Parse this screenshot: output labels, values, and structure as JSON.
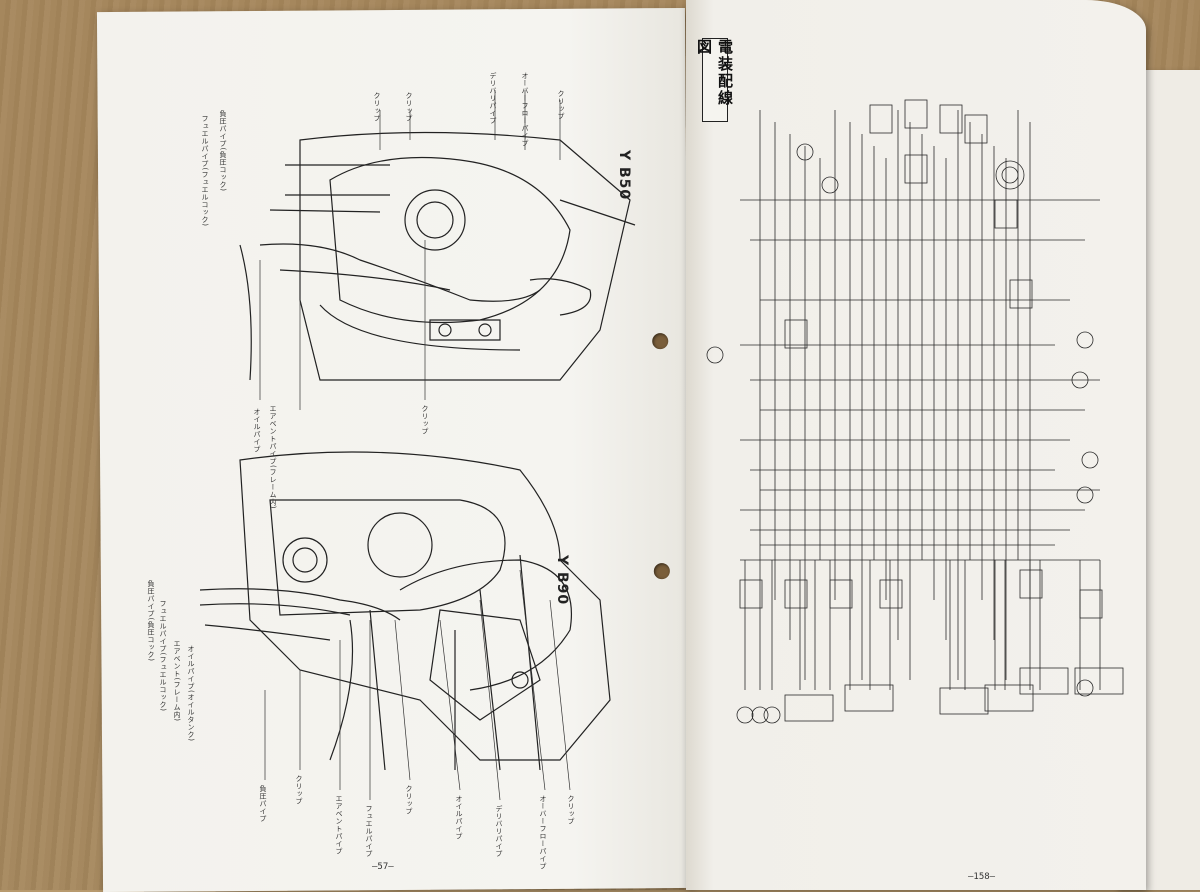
{
  "left_page": {
    "page_number": "—57—",
    "diagram_top": {
      "model": "Y B50",
      "labels": [
        "クリップ",
        "クリップ",
        "デリバリパイプ",
        "オーバーフローパイプ",
        "クリップ",
        "フュエルパイプ(フュエルコック)",
        "負圧パイプ(負圧コック)",
        "クリップ",
        "エアベントパイプ(フレーム内)",
        "オイルパイプ"
      ]
    },
    "diagram_bottom": {
      "model": "Y B90",
      "labels": [
        "負圧パイプ(負圧コック)",
        "フュエルパイプ(フュエルコック)",
        "エアベント(フレーム内)",
        "オイルパイプ(オイルタンク)",
        "負圧パイプ",
        "クリップ",
        "エアベントパイプ",
        "フュエルパイプ",
        "クリップ",
        "オイルパイプ",
        "デリバリパイプ",
        "オーバーフローパイプ",
        "クリップ"
      ]
    }
  },
  "right_page": {
    "title": "電装配線図",
    "page_number": "—158—"
  }
}
